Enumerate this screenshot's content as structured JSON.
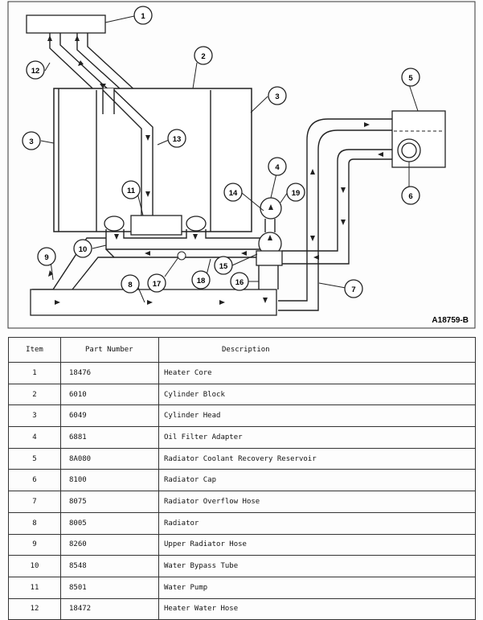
{
  "figure": {
    "id": "A18759-B",
    "callouts": [
      "1",
      "2",
      "3",
      "3",
      "4",
      "5",
      "6",
      "7",
      "8",
      "9",
      "10",
      "11",
      "12",
      "13",
      "14",
      "15",
      "16",
      "17",
      "18",
      "19"
    ]
  },
  "table": {
    "headers": [
      "Item",
      "Part Number",
      "Description"
    ],
    "rows": [
      [
        "1",
        "18476",
        "Heater Core"
      ],
      [
        "2",
        "6010",
        "Cylinder Block"
      ],
      [
        "3",
        "6049",
        "Cylinder Head"
      ],
      [
        "4",
        "6881",
        "Oil Filter Adapter"
      ],
      [
        "5",
        "8A080",
        "Radiator Coolant Recovery Reservoir"
      ],
      [
        "6",
        "8100",
        "Radiator Cap"
      ],
      [
        "7",
        "8075",
        "Radiator Overflow Hose"
      ],
      [
        "8",
        "8005",
        "Radiator"
      ],
      [
        "9",
        "8260",
        "Upper Radiator Hose"
      ],
      [
        "10",
        "8548",
        "Water Bypass Tube"
      ],
      [
        "11",
        "8501",
        "Water Pump"
      ],
      [
        "12",
        "18472",
        "Heater Water Hose"
      ]
    ]
  }
}
